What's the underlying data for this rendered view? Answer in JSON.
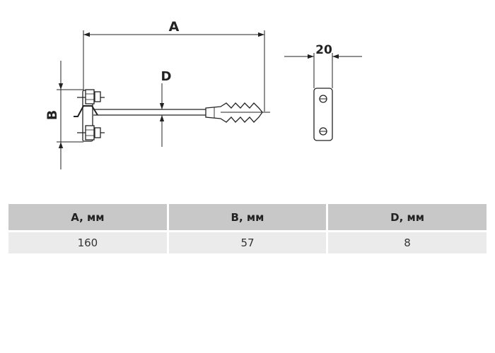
{
  "drawing": {
    "dim_a": "A",
    "dim_b": "B",
    "dim_d": "D",
    "dim_width": "20"
  },
  "table": {
    "headers": [
      "A, мм",
      "B, мм",
      "D, мм"
    ],
    "rows": [
      [
        "160",
        "57",
        "8"
      ]
    ]
  }
}
